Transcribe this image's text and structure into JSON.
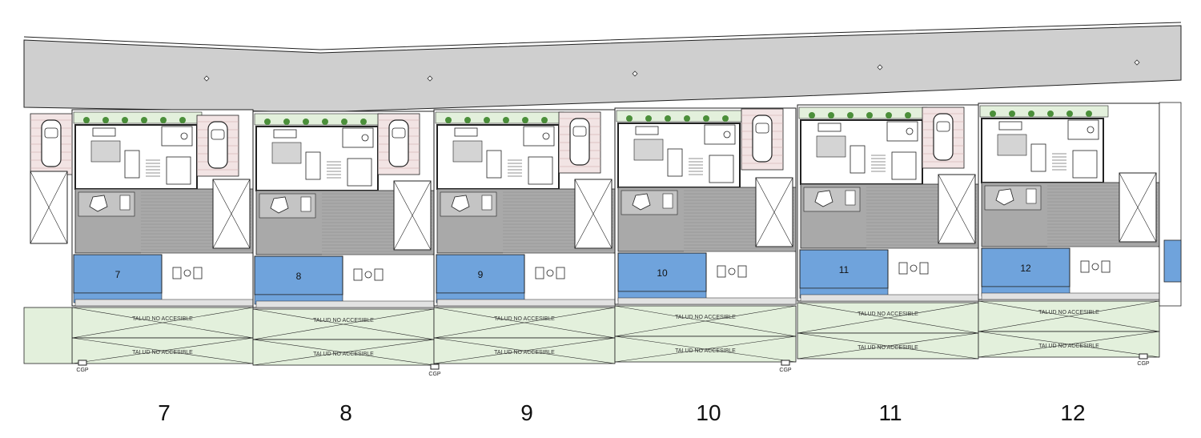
{
  "lots": [
    {
      "pool_label": "7",
      "lot_number": "7",
      "talud_upper": "TALUD NO ACCESIBLE",
      "talud_lower": "TALUD NO ACCESIBLE"
    },
    {
      "pool_label": "8",
      "lot_number": "8",
      "talud_upper": "TALUD NO ACCESIBLE",
      "talud_lower": "TALUD NO ACCESIBLE"
    },
    {
      "pool_label": "9",
      "lot_number": "9",
      "talud_upper": "TALUD NO ACCESIBLE",
      "talud_lower": "TALUD NO ACCESIBLE"
    },
    {
      "pool_label": "10",
      "lot_number": "10",
      "talud_upper": "TALUD NO ACCESIBLE",
      "talud_lower": "TALUD NO ACCESIBLE"
    },
    {
      "pool_label": "11",
      "lot_number": "11",
      "talud_upper": "TALUD NO ACCESIBLE",
      "talud_lower": "TALUD NO ACCESIBLE"
    },
    {
      "pool_label": "12",
      "lot_number": "12",
      "talud_upper": "TALUD NO ACCESIBLE",
      "talud_lower": "TALUD NO ACCESIBLE"
    }
  ],
  "cgp_labels": [
    "CGP",
    "CGP",
    "CGP",
    "CGP"
  ],
  "colors": {
    "road": "#cfcfcf",
    "pool": "#6fa3dc",
    "garden": "#e3f0dc",
    "terrace": "#a9a9a9",
    "garage": "#f2e4e4",
    "wall": "#222222"
  }
}
